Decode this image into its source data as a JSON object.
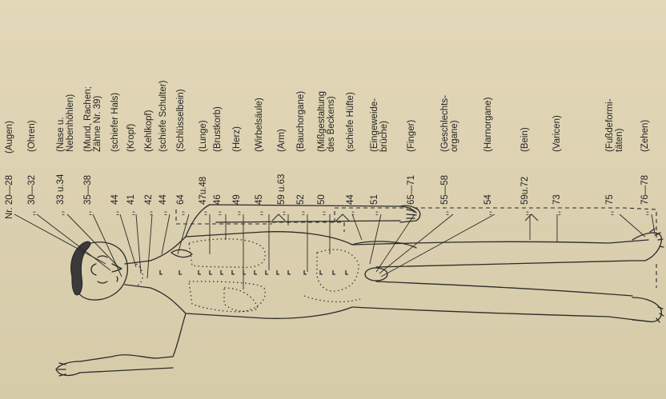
{
  "entries": [
    {
      "ref": "Nr. 20—28",
      "lines": [
        "(Augen)"
      ]
    },
    {
      "ref": "30—32",
      "lines": [
        "(Ohren)"
      ]
    },
    {
      "ref": "33 u.34",
      "lines": [
        "(Nase u.",
        "Nebenhöhlen)"
      ]
    },
    {
      "ref": "35—38",
      "lines": [
        "(Mund, Rachen;",
        "Zähne Nr. 39)"
      ]
    },
    {
      "ref": "44",
      "lines": [
        "(schiefer Hals)"
      ]
    },
    {
      "ref": "41",
      "lines": [
        "(Kropf)"
      ]
    },
    {
      "ref": "42",
      "lines": [
        "(Kehlkopf)"
      ]
    },
    {
      "ref": "44",
      "lines": [
        "(schiefe Schulter)"
      ]
    },
    {
      "ref": "64",
      "lines": [
        "(Schlüsselbein)"
      ]
    },
    {
      "ref": "47u.48",
      "lines": [
        "(Lunge)"
      ]
    },
    {
      "ref": "46",
      "lines": [
        "(Brustkorb)"
      ]
    },
    {
      "ref": "49",
      "lines": [
        "(Herz)"
      ]
    },
    {
      "ref": "45",
      "lines": [
        "(Wirbelsäule)"
      ]
    },
    {
      "ref": "59 u.63",
      "lines": [
        "(Arm)"
      ]
    },
    {
      "ref": "52",
      "lines": [
        "(Bauchorgane)"
      ]
    },
    {
      "ref": "50",
      "lines": [
        "(Mißgestaltung",
        "des Beckens)"
      ]
    },
    {
      "ref": "44",
      "lines": [
        "(schiefe Hüfte)"
      ]
    },
    {
      "ref": "51",
      "lines": [
        "(Eingeweide-",
        "brüche)"
      ]
    },
    {
      "ref": "65—71",
      "lines": [
        "(Finger)"
      ]
    },
    {
      "ref": "55—58",
      "lines": [
        "(Geschlechts-",
        "organe)"
      ]
    },
    {
      "ref": "54",
      "lines": [
        "(Harnorgane)"
      ]
    },
    {
      "ref": "59u.72",
      "lines": [
        "(Bein)"
      ]
    },
    {
      "ref": "73",
      "lines": [
        "(Varicen)"
      ]
    },
    {
      "ref": "75",
      "lines": [
        "(Fußdeformi-",
        "täten)"
      ]
    },
    {
      "ref": "76—78",
      "lines": [
        "(Zehen)"
      ]
    }
  ],
  "ditto_mark": ",,",
  "colors": {
    "paper": "#ddd2b2",
    "ink": "#232323"
  },
  "icons": [
    "human-figure-outline",
    "leader-lines",
    "dotted-organ-outlines",
    "dashed-region-frames"
  ]
}
